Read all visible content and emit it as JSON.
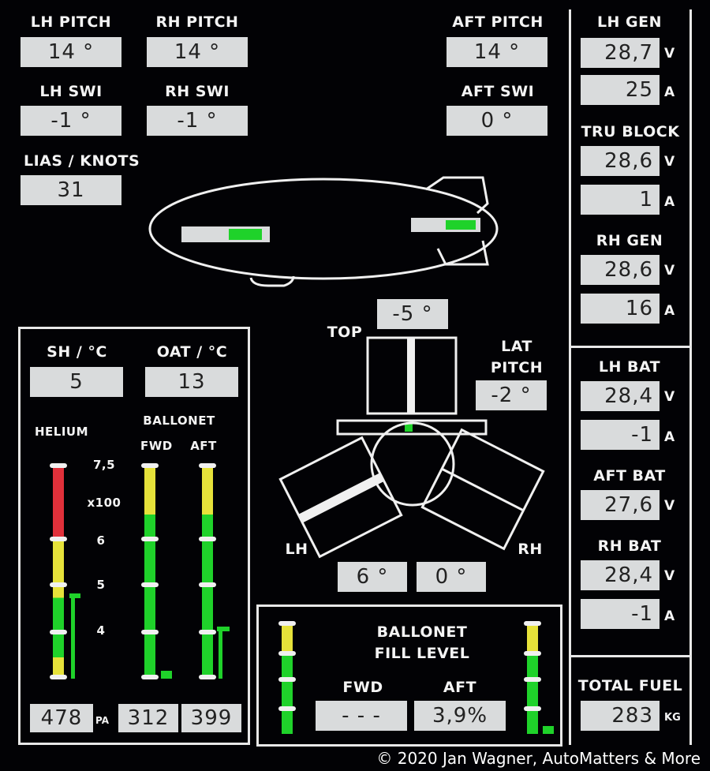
{
  "pitch": {
    "lh_label": "LH PITCH",
    "lh_value": "14 °",
    "rh_label": "RH PITCH",
    "rh_value": "14 °",
    "aft_label": "AFT PITCH",
    "aft_value": "14 °"
  },
  "swi": {
    "lh_label": "LH SWI",
    "lh_value": "-1 °",
    "rh_label": "RH SWI",
    "rh_value": "-1 °",
    "aft_label": "AFT SWI",
    "aft_value": "0 °"
  },
  "lias": {
    "label": "LIAS / KNOTS",
    "value": "31"
  },
  "attitude": {
    "top_label": "TOP",
    "top_value": "-5 °",
    "lat_label_1": "LAT",
    "lat_label_2": "PITCH",
    "lat_value": "-2 °",
    "lh_label": "LH",
    "rh_label": "RH",
    "lh_value": "6 °",
    "rh_value": "0 °"
  },
  "power": {
    "lh_gen": {
      "label": "LH GEN",
      "volts": "28,7",
      "amps": "25"
    },
    "tru_block": {
      "label": "TRU BLOCK",
      "volts": "28,6",
      "amps": "1"
    },
    "rh_gen": {
      "label": "RH GEN",
      "volts": "28,6",
      "amps": "16"
    },
    "lh_bat": {
      "label": "LH BAT",
      "volts": "28,4",
      "amps": "-1"
    },
    "aft_bat": {
      "label": "AFT BAT",
      "volts": "27,6"
    },
    "rh_bat": {
      "label": "RH BAT",
      "volts": "28,4",
      "amps": "-1"
    },
    "unit_v": "V",
    "unit_a": "A"
  },
  "fuel": {
    "label": "TOTAL FUEL",
    "value": "283",
    "unit": "KG"
  },
  "temps": {
    "sh_label": "SH / °C",
    "sh_value": "5",
    "oat_label": "OAT / °C",
    "oat_value": "13"
  },
  "gauges": {
    "helium_label": "HELIUM",
    "ballonet_label": "BALLONET",
    "fwd_label": "FWD",
    "aft_label": "AFT",
    "scale_top": "7,5",
    "scale_mult": "x100",
    "scale_6": "6",
    "scale_5": "5",
    "scale_4": "4",
    "helium_value": "478",
    "pa_unit": "PA",
    "fwd_value": "312",
    "aft_value": "399"
  },
  "ballonet_fill": {
    "title_1": "BALLONET",
    "title_2": "FILL LEVEL",
    "fwd_label": "FWD",
    "fwd_value": "- - -",
    "aft_label": "AFT",
    "aft_value": "3,9%"
  },
  "colors": {
    "green": "#1fd22a",
    "yellow": "#e6e23a",
    "red": "#e0303a",
    "panel": "#d9dbdc"
  },
  "footer": "© 2020 Jan Wagner, AutoMatters & More"
}
